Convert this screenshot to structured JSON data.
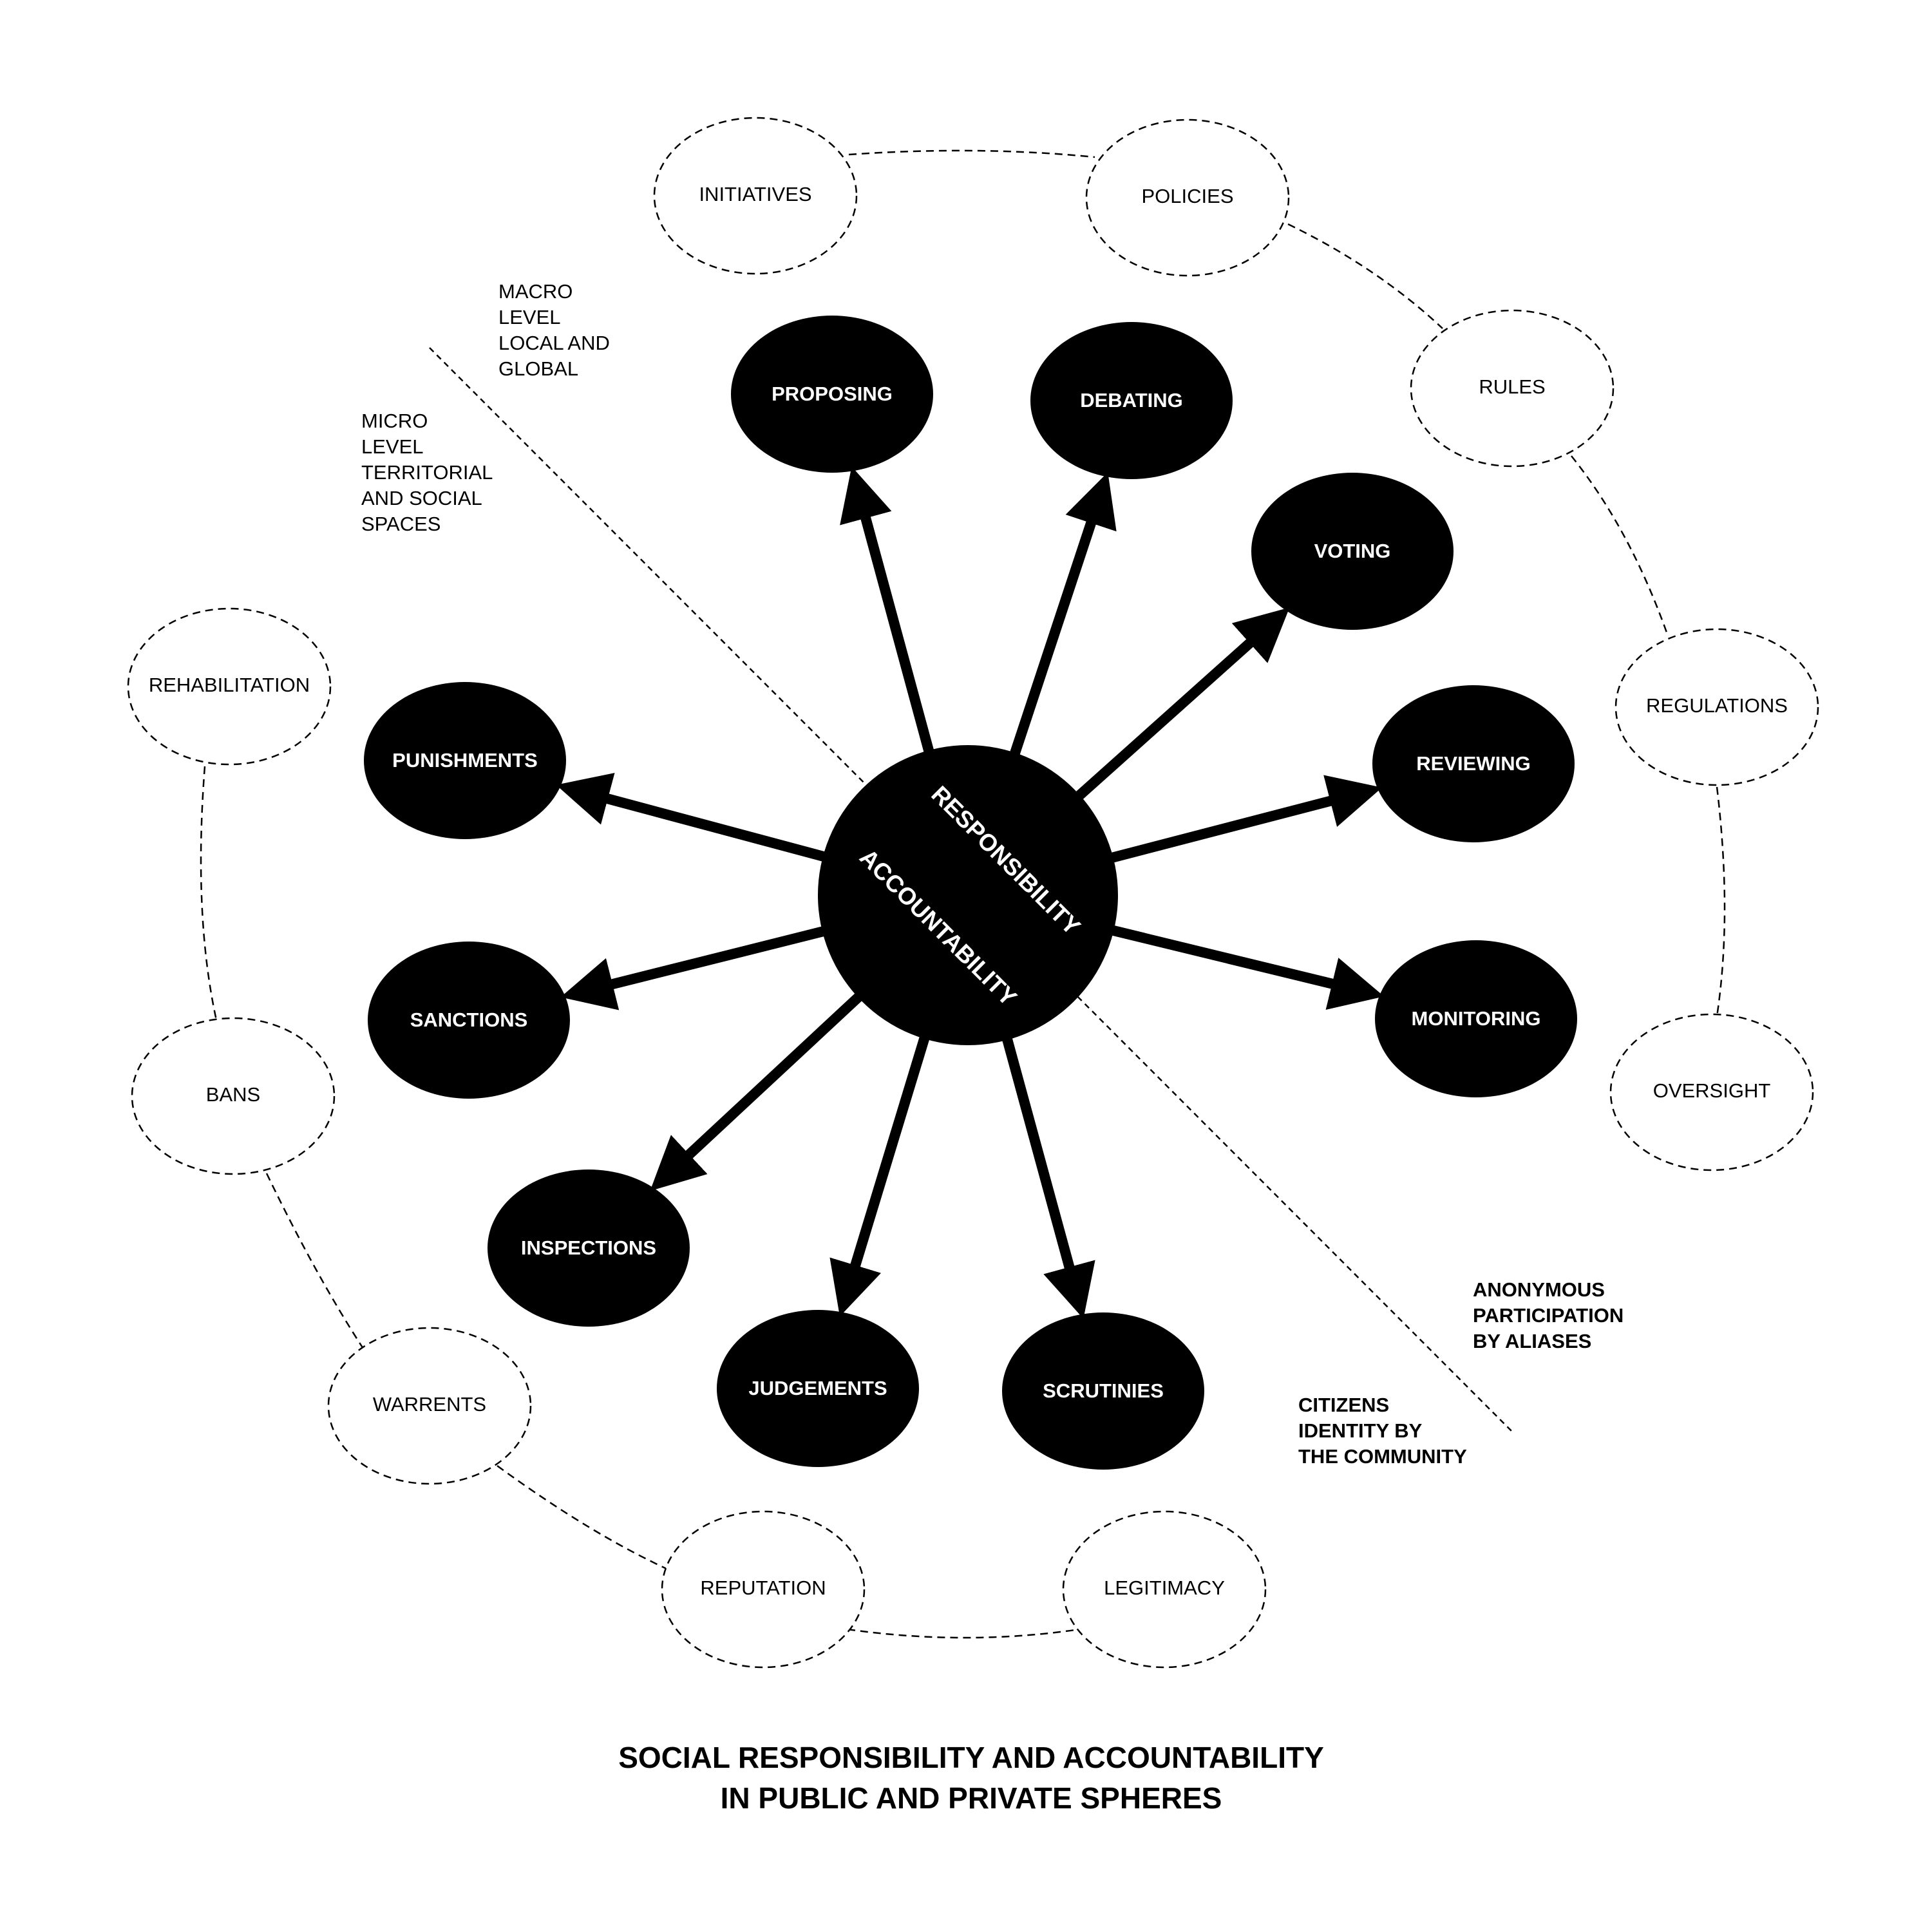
{
  "colors": {
    "foreground": "#000000",
    "background": "#ffffff"
  },
  "center": {
    "top_label": "RESPONSIBILITY",
    "bottom_label": "ACCOUNTABILITY"
  },
  "activity_nodes": [
    {
      "label": "PROPOSING"
    },
    {
      "label": "DEBATING"
    },
    {
      "label": "VOTING"
    },
    {
      "label": "REVIEWING"
    },
    {
      "label": "MONITORING"
    },
    {
      "label": "PUNISHMENTS"
    },
    {
      "label": "SANCTIONS"
    },
    {
      "label": "INSPECTIONS"
    },
    {
      "label": "JUDGEMENTS"
    },
    {
      "label": "SCRUTINIES"
    }
  ],
  "outer_nodes": [
    {
      "label": "INITIATIVES"
    },
    {
      "label": "POLICIES"
    },
    {
      "label": "RULES"
    },
    {
      "label": "REGULATIONS"
    },
    {
      "label": "OVERSIGHT"
    },
    {
      "label": "REHABILITATION"
    },
    {
      "label": "BANS"
    },
    {
      "label": "WARRENTS"
    },
    {
      "label": "REPUTATION"
    },
    {
      "label": "LEGITIMACY"
    }
  ],
  "annotations": {
    "macro": [
      "MACRO",
      "LEVEL",
      "LOCAL AND",
      "GLOBAL"
    ],
    "micro": [
      "MICRO",
      "LEVEL",
      "TERRITORIAL",
      "AND SOCIAL",
      "SPACES"
    ],
    "anonymous": [
      "ANONYMOUS",
      "PARTICIPATION",
      "BY ALIASES"
    ],
    "citizens": [
      "CITIZENS",
      "IDENTITY BY",
      "THE COMMUNITY"
    ]
  },
  "title": [
    "SOCIAL RESPONSIBILITY AND ACCOUNTABILITY",
    "IN PUBLIC AND PRIVATE SPHERES"
  ]
}
